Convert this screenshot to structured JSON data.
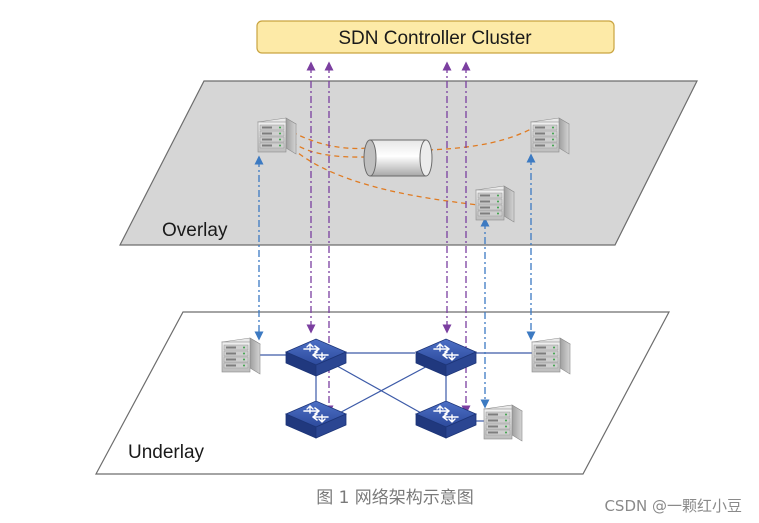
{
  "controller": {
    "label": "SDN Controller Cluster"
  },
  "overlay": {
    "label": "Overlay"
  },
  "underlay": {
    "label": "Underlay"
  },
  "caption": "图 1 网络架构示意图",
  "watermark": "CSDN @一颗红小豆",
  "colors": {
    "controller_fill": "#fdeaa7",
    "controller_stroke": "#c9a440",
    "overlay_fill": "#d6d6d6",
    "plane_stroke": "#6d6d6d",
    "controller_link": "#7b3fa0",
    "mapping_link": "#3c7ac2",
    "tunnel_link": "#e07b22",
    "switch_fill": "#2e4da1"
  },
  "icons": {
    "server": "server-rack-icon",
    "switch": "network-switch-icon",
    "tunnel": "vxlan-tunnel-cylinder-icon"
  }
}
